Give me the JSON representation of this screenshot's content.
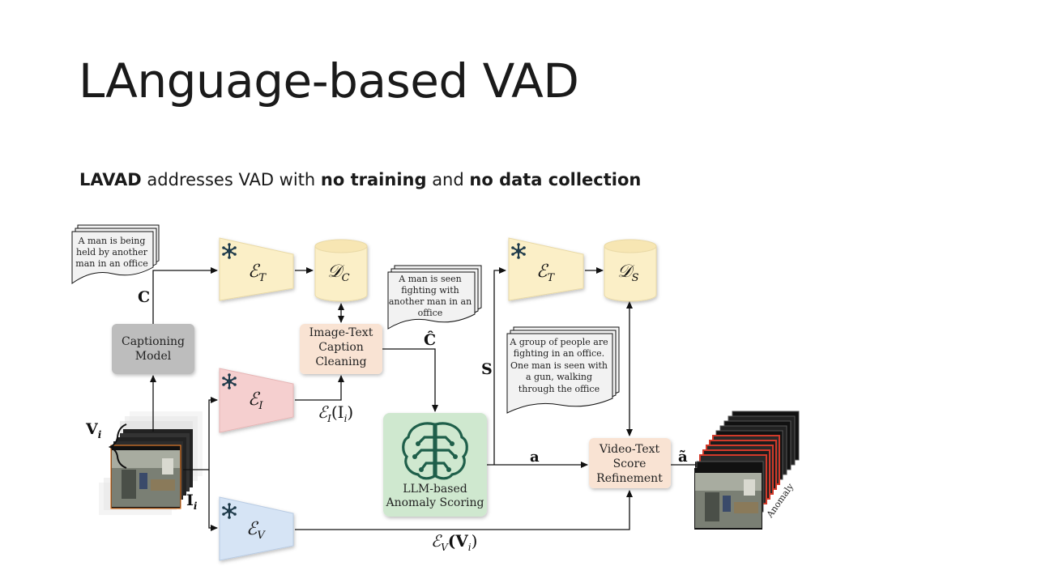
{
  "title": "LAnguage-based VAD",
  "subtitle": {
    "part1": "LAVAD",
    "part2": " addresses VAD with ",
    "part3": "no training",
    "part4": " and ",
    "part5": "no data collection"
  },
  "diagram": {
    "caption_doc": [
      "A man is being",
      "held by another",
      "man in an office"
    ],
    "clean_doc": [
      "A man is seen",
      "fighting with",
      "another man in an",
      "office"
    ],
    "summary_doc": [
      "A group of people are",
      "fighting in an office.",
      "One man is seen with",
      "a gun, walking",
      "through the office"
    ],
    "captioning_model": [
      "Captioning",
      "Model"
    ],
    "image_text_cleaning": [
      "Image-Text",
      "Caption",
      "Cleaning"
    ],
    "llm_scoring": [
      "LLM-based",
      "Anomaly Scoring"
    ],
    "video_text_refinement": [
      "Video-Text",
      "Score",
      "Refinement"
    ],
    "labels": {
      "C": "C",
      "C_hat": "Ĉ",
      "S": "S",
      "a": "a",
      "a_tilde": "ã",
      "V_i": "V",
      "V_i_sub": "i",
      "I_i": "I",
      "I_i_sub": "i",
      "E_T_1": "ℰ",
      "E_T_2": "ℰ",
      "E_I": "ℰ",
      "E_V": "ℰ",
      "E_T_sub": "T",
      "E_I_sub": "I",
      "E_V_sub": "V",
      "D_C": "𝒟",
      "D_C_sub": "C",
      "D_S": "𝒟",
      "D_S_sub": "S",
      "E_I_of_I": "ℰ",
      "E_I_of_I_sub": "I",
      "E_I_of_I_arg": "(I",
      "E_I_of_I_arg_sub": "i",
      "E_I_of_I_close": ")",
      "E_V_of_V": "ℰ",
      "E_V_of_V_sub": "V",
      "E_V_of_V_arg": "(V",
      "E_V_of_V_arg_sub": "i",
      "E_V_of_V_close": ")",
      "anomaly": "Anomaly"
    }
  },
  "colors": {
    "text_encoder": "#fbefc7",
    "image_encoder": "#f5cfcf",
    "video_encoder": "#d6e4f5",
    "database": "#fbefc7",
    "captioning_box": "#bdbdbd",
    "cleaning_box": "#f9e3d3",
    "llm_box": "#cfe8cf",
    "brain_icon": "#1f5f4a",
    "frozen_icon": "#1e3a4a",
    "anomaly_frame": "#d23a2a"
  }
}
